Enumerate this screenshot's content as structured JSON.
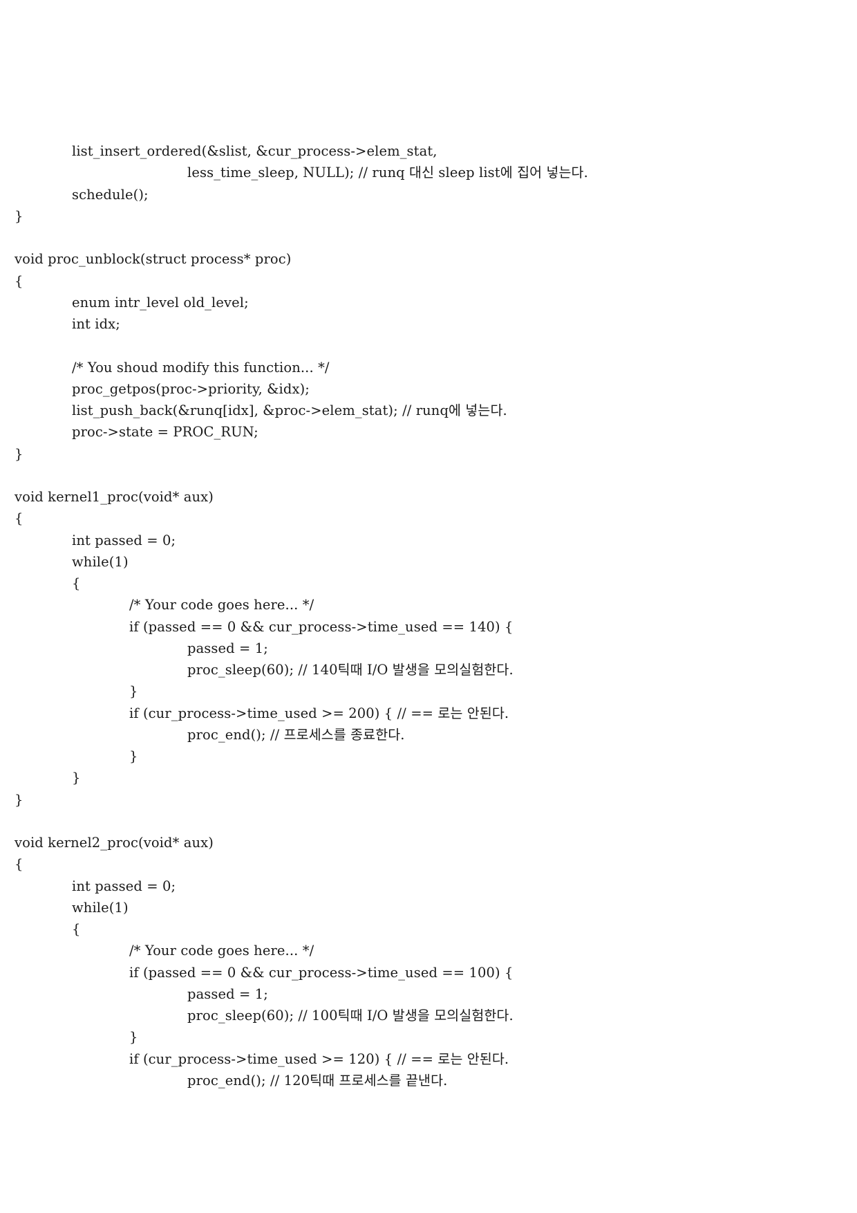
{
  "document": {
    "lines": [
      {
        "indent": 1,
        "text": "list_insert_ordered(&slist, &cur_process->elem_stat,"
      },
      {
        "indent": 3,
        "text": "less_time_sleep, NULL); // runq 대신 sleep list에 집어 넣는다."
      },
      {
        "indent": 1,
        "text": "schedule();"
      },
      {
        "indent": 0,
        "text": "}"
      },
      {
        "indent": 0,
        "text": ""
      },
      {
        "indent": 0,
        "text": "void proc_unblock(struct process* proc)"
      },
      {
        "indent": 0,
        "text": "{"
      },
      {
        "indent": 1,
        "text": "enum intr_level old_level;"
      },
      {
        "indent": 1,
        "text": "int idx;"
      },
      {
        "indent": 0,
        "text": ""
      },
      {
        "indent": 1,
        "text": "/* You shoud modify this function... */"
      },
      {
        "indent": 1,
        "text": "proc_getpos(proc->priority, &idx);"
      },
      {
        "indent": 1,
        "text": "list_push_back(&runq[idx], &proc->elem_stat); // runq에 넣는다."
      },
      {
        "indent": 1,
        "text": "proc->state = PROC_RUN;"
      },
      {
        "indent": 0,
        "text": "}"
      },
      {
        "indent": 0,
        "text": ""
      },
      {
        "indent": 0,
        "text": "void kernel1_proc(void* aux)"
      },
      {
        "indent": 0,
        "text": "{"
      },
      {
        "indent": 1,
        "text": "int passed = 0;"
      },
      {
        "indent": 1,
        "text": "while(1)"
      },
      {
        "indent": 1,
        "text": "{"
      },
      {
        "indent": 2,
        "text": "/* Your code goes here... */"
      },
      {
        "indent": 2,
        "text": "if (passed == 0 && cur_process->time_used == 140) {"
      },
      {
        "indent": 3,
        "text": "passed = 1;"
      },
      {
        "indent": 3,
        "text": "proc_sleep(60); // 140틱때 I/O 발생을 모의실험한다."
      },
      {
        "indent": 2,
        "text": "}"
      },
      {
        "indent": 2,
        "text": "if (cur_process->time_used >= 200) { // == 로는 안된다."
      },
      {
        "indent": 3,
        "text": "proc_end(); // 프로세스를 종료한다."
      },
      {
        "indent": 2,
        "text": "}"
      },
      {
        "indent": 1,
        "text": "}"
      },
      {
        "indent": 0,
        "text": "}"
      },
      {
        "indent": 0,
        "text": ""
      },
      {
        "indent": 0,
        "text": "void kernel2_proc(void* aux)"
      },
      {
        "indent": 0,
        "text": "{"
      },
      {
        "indent": 1,
        "text": "int passed = 0;"
      },
      {
        "indent": 1,
        "text": "while(1)"
      },
      {
        "indent": 1,
        "text": "{"
      },
      {
        "indent": 2,
        "text": "/* Your code goes here... */"
      },
      {
        "indent": 2,
        "text": "if (passed == 0 && cur_process->time_used == 100) {"
      },
      {
        "indent": 3,
        "text": "passed = 1;"
      },
      {
        "indent": 3,
        "text": "proc_sleep(60); // 100틱때 I/O 발생을 모의실험한다."
      },
      {
        "indent": 2,
        "text": "}"
      },
      {
        "indent": 2,
        "text": "if (cur_process->time_used >= 120) { // == 로는 안된다."
      },
      {
        "indent": 3,
        "text": "proc_end(); // 120틱때 프로세스를 끝낸다."
      }
    ]
  }
}
